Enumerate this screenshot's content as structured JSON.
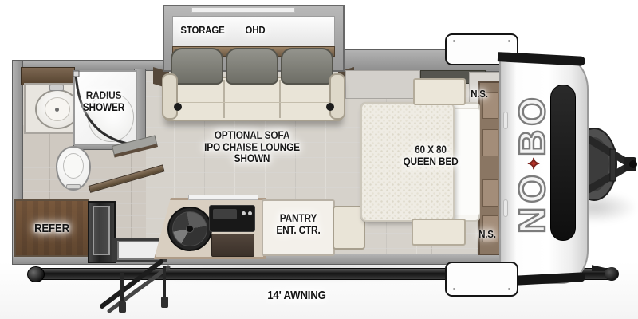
{
  "title": "NO BO travel trailer floor plan",
  "slideout": {
    "storage_label": "STORAGE",
    "ohd_label": "OHD"
  },
  "bathroom": {
    "shower_line1": "RADIUS",
    "shower_line2": "SHOWER"
  },
  "living": {
    "note_line1": "OPTIONAL SOFA",
    "note_line2": "IPO CHAISE LOUNGE SHOWN"
  },
  "kitchen": {
    "refrigerator_label": "REFER",
    "pantry_line1": "PANTRY",
    "pantry_line2": "ENT. CTR."
  },
  "bedroom": {
    "bed_line1": "60 X 80",
    "bed_line2": "QUEEN BED",
    "nightstand_top": "N.S.",
    "nightstand_bottom": "N.S."
  },
  "exterior": {
    "awning_label": "14' AWNING",
    "brand_left": "NO",
    "brand_right": "BO",
    "brand_star": "✦"
  },
  "colors": {
    "wall": "#9b9b9b",
    "wall_edge": "#5e5e5e",
    "floor": "#d6d2cb",
    "wood": "#a18a74",
    "wood_dark": "#6b5847",
    "sofa": "#e9e4d7",
    "sofa_back": "#85857d",
    "cap_white": "#fbfbfb",
    "trim_black": "#161616",
    "accent_red": "#b5342a"
  }
}
